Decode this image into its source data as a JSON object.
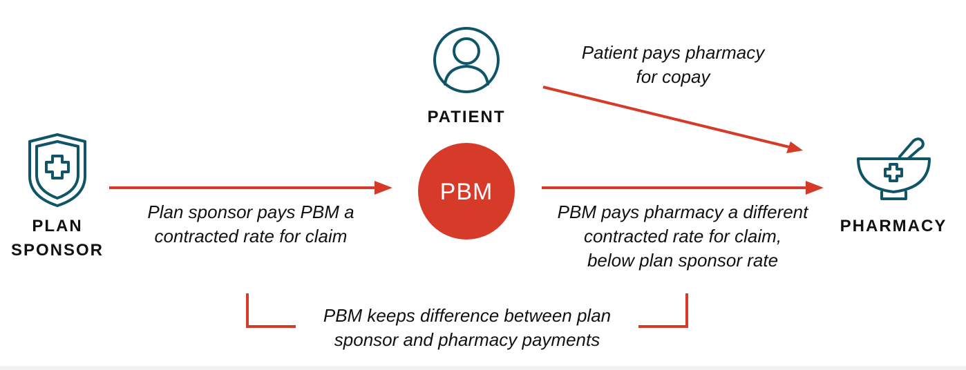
{
  "colors": {
    "accent": "#d63b2a",
    "icon": "#0f5567",
    "text": "#111111"
  },
  "nodes": {
    "plan_sponsor": {
      "label_line1": "PLAN",
      "label_line2": "SPONSOR",
      "icon": "shield-cross-icon"
    },
    "patient": {
      "label": "PATIENT",
      "icon": "person-icon"
    },
    "pbm": {
      "label": "PBM"
    },
    "pharmacy": {
      "label": "PHARMACY",
      "icon": "mortar-pestle-icon"
    }
  },
  "edges": {
    "patient_to_pharmacy": {
      "line1": "Patient pays pharmacy",
      "line2": "for copay"
    },
    "sponsor_to_pbm": {
      "line1": "Plan sponsor pays PBM a",
      "line2": "contracted rate for claim"
    },
    "pbm_to_pharmacy": {
      "line1": "PBM pays pharmacy a different",
      "line2": "contracted rate for claim,",
      "line3": "below plan sponsor rate"
    },
    "spread": {
      "line1": "PBM keeps difference between plan",
      "line2": "sponsor and pharmacy payments"
    }
  }
}
